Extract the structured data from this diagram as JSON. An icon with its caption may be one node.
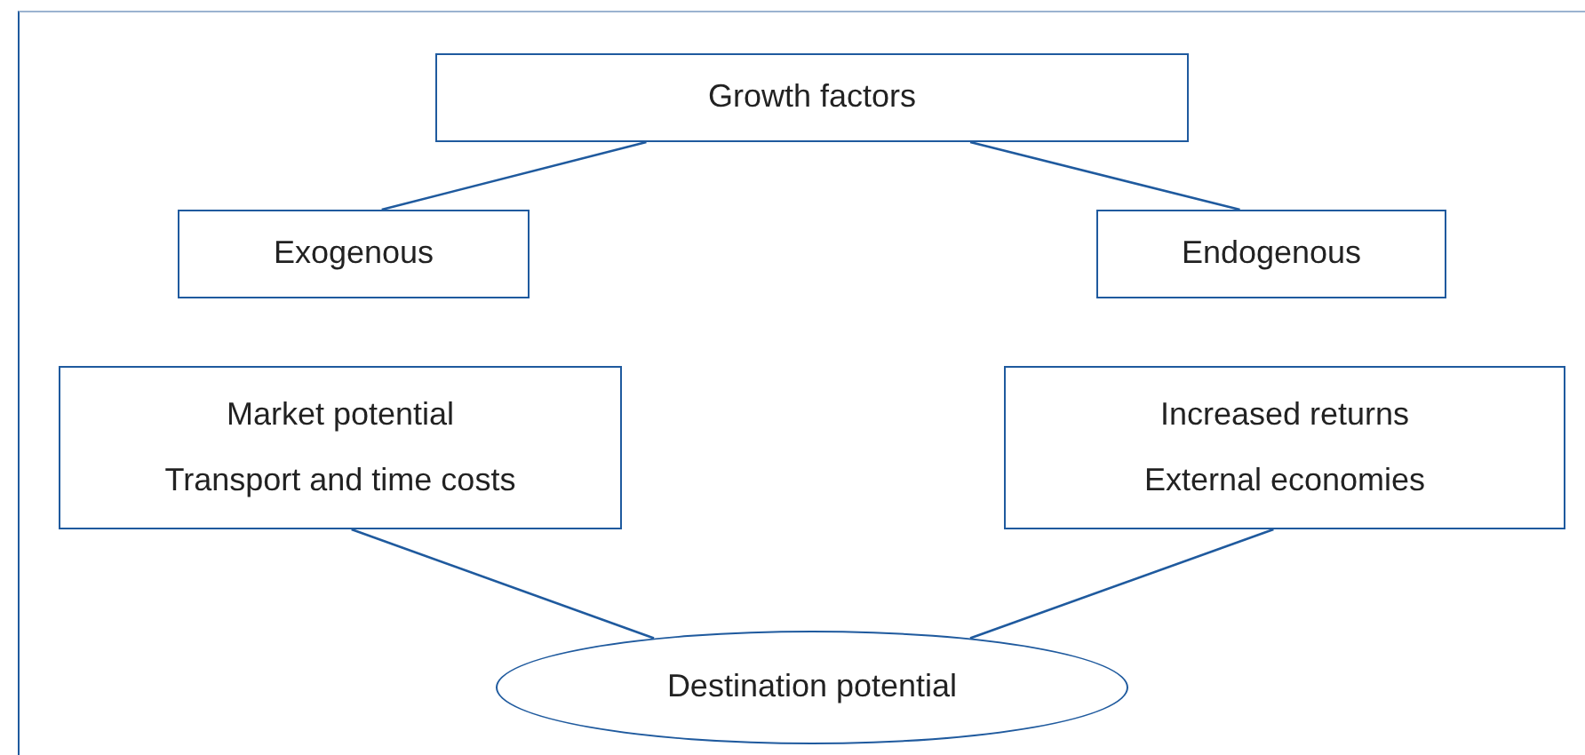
{
  "diagram": {
    "nodes": [
      {
        "text": [
          "Growth factors"
        ]
      },
      {
        "text": [
          "Exogenous"
        ]
      },
      {
        "text": [
          "Endogenous"
        ]
      },
      {
        "text": [
          "Market potential",
          "Transport and time costs"
        ]
      },
      {
        "text": [
          "Increased returns",
          "External economies"
        ]
      },
      {
        "text": [
          "Destination potential"
        ]
      }
    ],
    "edges": [
      {
        "from": 0,
        "to": 1,
        "arrow": "none"
      },
      {
        "from": 0,
        "to": 2,
        "arrow": "none"
      },
      {
        "from": 3,
        "to": 5,
        "arrow": "none"
      },
      {
        "from": 4,
        "to": 5,
        "arrow": "none"
      }
    ]
  }
}
